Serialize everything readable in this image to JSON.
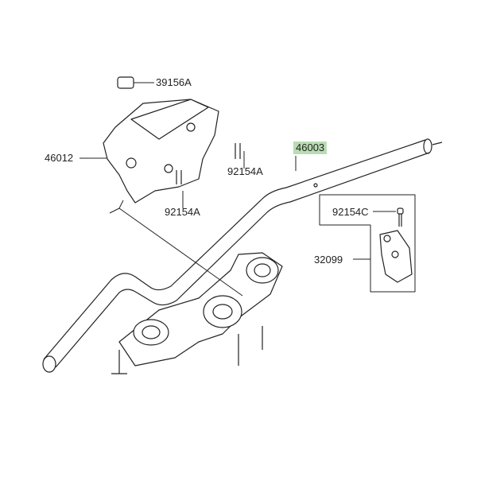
{
  "diagram": {
    "parts": [
      {
        "ref": "39156A"
      },
      {
        "ref": "46012"
      },
      {
        "ref": "92154A"
      },
      {
        "ref": "46003",
        "highlighted": true
      },
      {
        "ref": "92154A"
      },
      {
        "ref": "92154C"
      },
      {
        "ref": "32099"
      }
    ],
    "highlight_color": "#b9dcb2"
  }
}
